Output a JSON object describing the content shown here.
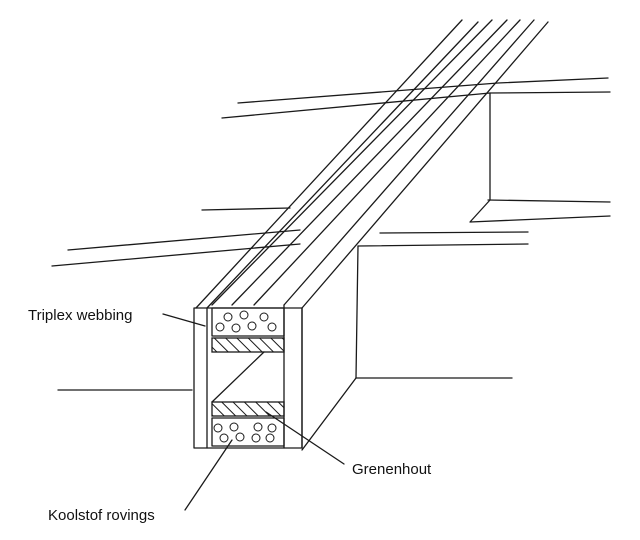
{
  "labels": {
    "triplex": "Triplex webbing",
    "grenenhout": "Grenenhout",
    "koolstof": "Koolstof rovings"
  }
}
